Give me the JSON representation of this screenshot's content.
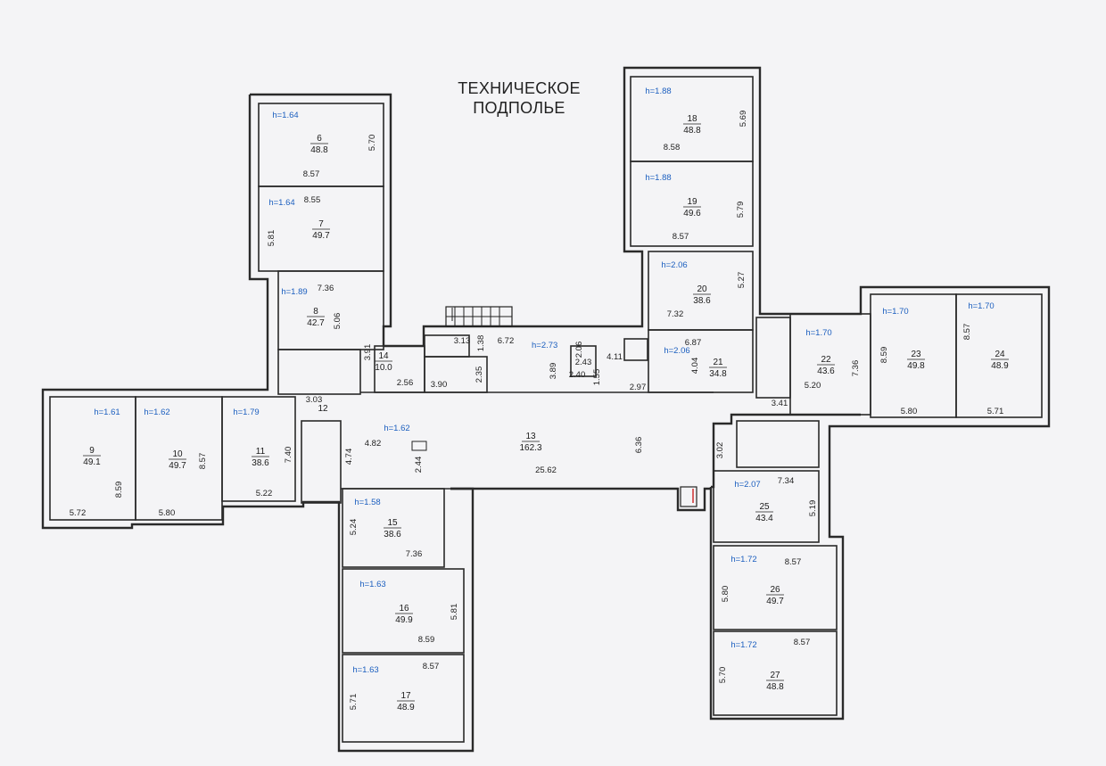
{
  "title_lines": [
    "ТЕХНИЧЕСКОЕ",
    "ПОДПОЛЬЕ"
  ],
  "accent_color": "#1c5fbf",
  "rooms": [
    {
      "n": "6",
      "area": "48.8",
      "h": "h=1.64"
    },
    {
      "n": "7",
      "area": "49.7",
      "h": "h=1.64"
    },
    {
      "n": "8",
      "area": "42.7",
      "h": "h=1.89"
    },
    {
      "n": "9",
      "area": "49.1",
      "h": "h=1.61"
    },
    {
      "n": "10",
      "area": "49.7",
      "h": "h=1.62"
    },
    {
      "n": "11",
      "area": "38.6",
      "h": "h=1.79"
    },
    {
      "n": "12",
      "area": "",
      "h": ""
    },
    {
      "n": "13",
      "area": "162.3",
      "h": "h=1.62"
    },
    {
      "n": "14",
      "area": "10.0",
      "h": ""
    },
    {
      "n": "15",
      "area": "38.6",
      "h": "h=1.58"
    },
    {
      "n": "16",
      "area": "49.9",
      "h": "h=1.63"
    },
    {
      "n": "17",
      "area": "48.9",
      "h": "h=1.63"
    },
    {
      "n": "18",
      "area": "48.8",
      "h": "h=1.88"
    },
    {
      "n": "19",
      "area": "49.6",
      "h": "h=1.88"
    },
    {
      "n": "20",
      "area": "38.6",
      "h": "h=2.06"
    },
    {
      "n": "21",
      "area": "34.8",
      "h": "h=2.06"
    },
    {
      "n": "22",
      "area": "43.6",
      "h": "h=1.70"
    },
    {
      "n": "23",
      "area": "49.8",
      "h": "h=1.70"
    },
    {
      "n": "24",
      "area": "48.9",
      "h": "h=1.70"
    },
    {
      "n": "25",
      "area": "43.4",
      "h": "h=2.07"
    },
    {
      "n": "26",
      "area": "49.7",
      "h": "h=1.72"
    },
    {
      "n": "27",
      "area": "48.8",
      "h": "h=1.72"
    }
  ],
  "corridor_height": "h=2.73",
  "dimensions": [
    "5.70",
    "8.57",
    "8.55",
    "5.81",
    "7.36",
    "5.06",
    "8.59",
    "5.72",
    "8.57",
    "5.80",
    "7.40",
    "5.22",
    "3.03",
    "4.74",
    "4.82",
    "2.44",
    "25.62",
    "6.36",
    "3.91",
    "2.56",
    "3.90",
    "2.35",
    "3.13",
    "1.38",
    "6.72",
    "2.06",
    "3.89",
    "2.43",
    "2.40",
    "1.55",
    "4.11",
    "2.97",
    "5.69",
    "8.58",
    "5.79",
    "8.57",
    "5.27",
    "7.32",
    "6.87",
    "4.04",
    "3.41",
    "7.36",
    "5.20",
    "8.59",
    "5.80",
    "8.57",
    "5.71",
    "3.02",
    "7.34",
    "5.19",
    "5.24",
    "7.36",
    "5.81",
    "8.59",
    "8.57",
    "5.71",
    "8.57",
    "5.80",
    "8.57",
    "5.70"
  ]
}
